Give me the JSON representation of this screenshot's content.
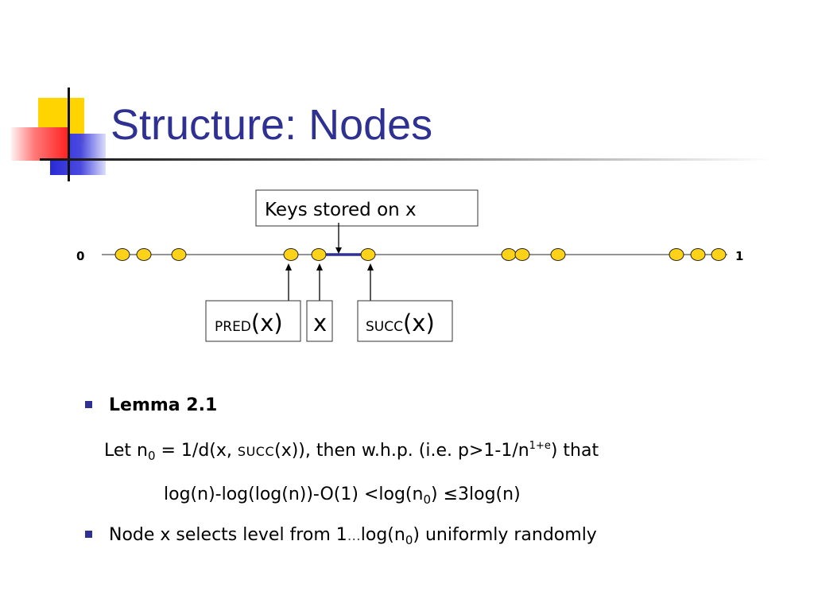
{
  "title": "Structure: Nodes",
  "diagram": {
    "keys_box_label": "Keys stored on x",
    "left_end": "0",
    "right_end": "1",
    "pred_prefix": "PRED",
    "pred_suffix": "(x)",
    "x_label": "x",
    "succ_prefix": "SUCC",
    "succ_suffix": "(x)",
    "node_color": "#ffd21a",
    "node_stroke": "#222222",
    "highlight_color": "#2e3192"
  },
  "bullets": {
    "lemma_title": "Lemma 2.1",
    "lemma_line1": {
      "a": "Let n",
      "a_sub": "0",
      "b": " = 1/d(x, ",
      "sc": "SUCC",
      "c": "(x)), then w.h.p. (i.e. p>1-1/n",
      "sup": "1+e",
      "d": ") that"
    },
    "lemma_line2": {
      "a": "log(n)-log(log(n))-O(1) <log(n",
      "a_sub": "0",
      "b": ") ≤3log(n)"
    },
    "node_line": {
      "a": "Node x selects level from 1",
      "ell": "…",
      "b": "log(n",
      "b_sub": "0",
      "c": ") uniformly randomly"
    }
  },
  "colors": {
    "title": "#2e3192",
    "bullet": "#2e3192"
  }
}
